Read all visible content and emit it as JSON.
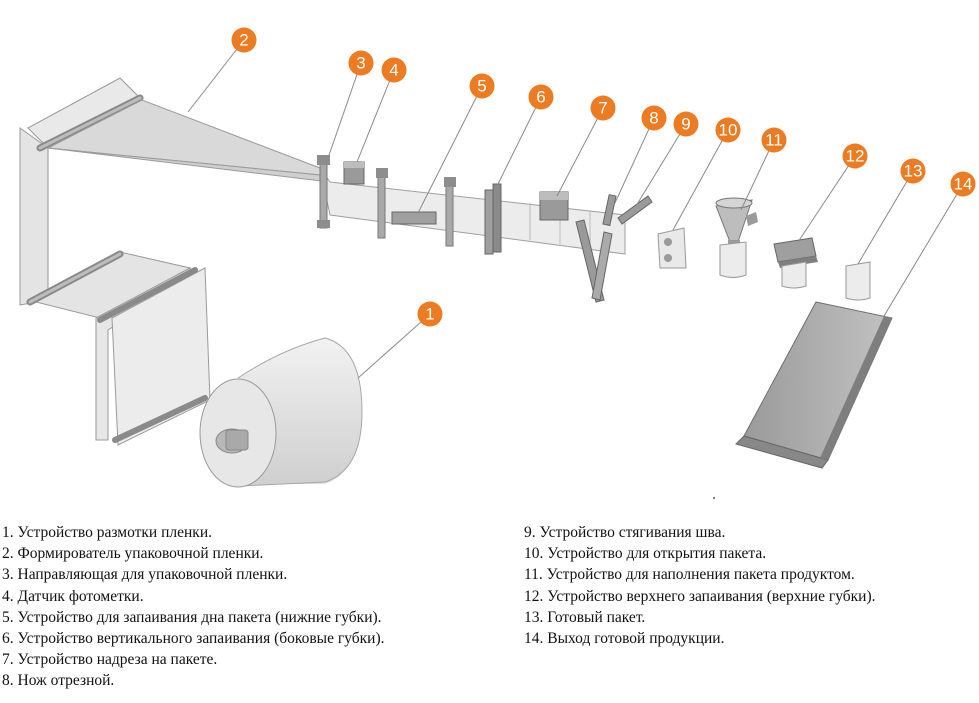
{
  "accent_color": "#ec7b22",
  "callouts": [
    "1",
    "2",
    "3",
    "4",
    "5",
    "6",
    "7",
    "8",
    "9",
    "10",
    "11",
    "12",
    "13",
    "14"
  ],
  "legend_left": [
    "1. Устройство размотки пленки.",
    "2. Формирователь упаковочной пленки.",
    "3. Направляющая для упаковочной пленки.",
    "4. Датчик фотометки.",
    "5. Устройство для запаивания дна пакета (нижние губки).",
    "6. Устройство вертикального запаивания (боковые губки).",
    "7. Устройство надреза на пакете.",
    "8. Нож отрезной."
  ],
  "legend_right": [
    "9. Устройство стягивания шва.",
    "10. Устройство для открытия пакета.",
    "11. Устройство для наполнения пакета продуктом.",
    "12. Устройство верхнего запаивания (верхние губки).",
    "13. Готовый пакет.",
    "14. Выход готовой продукции."
  ]
}
